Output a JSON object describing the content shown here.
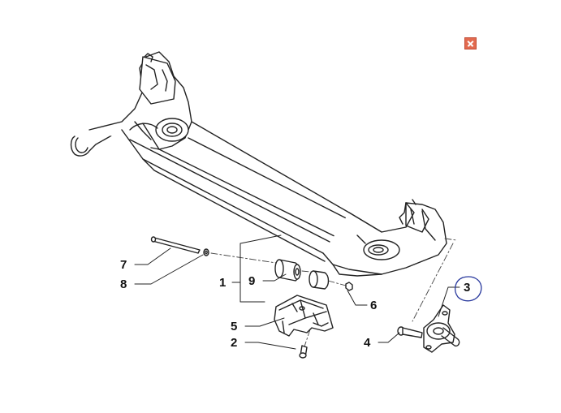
{
  "close_icon": "close-icon",
  "accent_color": "#e26a4f",
  "highlight_color": "#2a3a9e",
  "callouts": [
    {
      "id": "7",
      "label": "7"
    },
    {
      "id": "8",
      "label": "8"
    },
    {
      "id": "1",
      "label": "1"
    },
    {
      "id": "9",
      "label": "9"
    },
    {
      "id": "5",
      "label": "5"
    },
    {
      "id": "2",
      "label": "2"
    },
    {
      "id": "6",
      "label": "6"
    },
    {
      "id": "4",
      "label": "4"
    },
    {
      "id": "3",
      "label": "3"
    }
  ]
}
